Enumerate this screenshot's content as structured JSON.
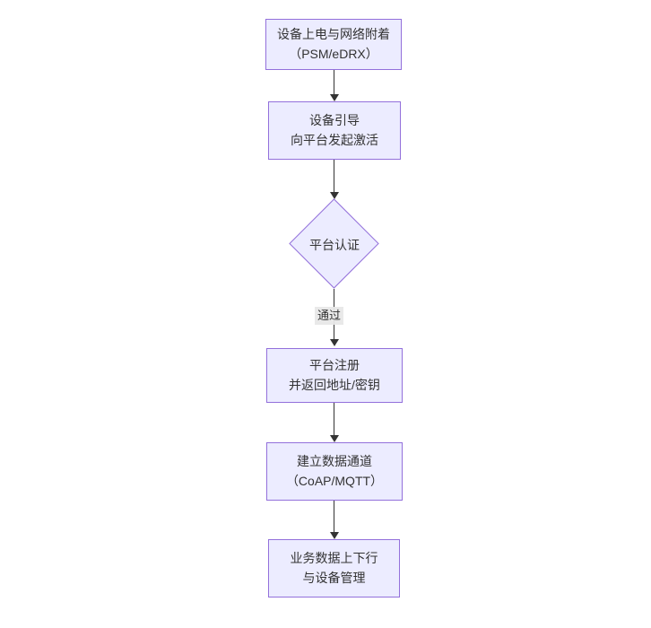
{
  "diagram": {
    "type": "flowchart",
    "direction": "top-down",
    "nodes": [
      {
        "id": "power-attach",
        "shape": "rect",
        "line1": "设备上电与网络附着",
        "line2": "（PSM/eDRX）"
      },
      {
        "id": "bootstrap",
        "shape": "rect",
        "line1": "设备引导",
        "line2": "向平台发起激活"
      },
      {
        "id": "platform-auth",
        "shape": "diamond",
        "line1": "平台认证"
      },
      {
        "id": "register",
        "shape": "rect",
        "line1": "平台注册",
        "line2": "并返回地址/密钥"
      },
      {
        "id": "data-channel",
        "shape": "rect",
        "line1": "建立数据通道",
        "line2": "（CoAP/MQTT）"
      },
      {
        "id": "business",
        "shape": "rect",
        "line1": "业务数据上下行",
        "line2": "与设备管理"
      }
    ],
    "edges": [
      {
        "from": "power-attach",
        "to": "bootstrap"
      },
      {
        "from": "bootstrap",
        "to": "platform-auth"
      },
      {
        "from": "platform-auth",
        "to": "register",
        "label": "通过"
      },
      {
        "from": "register",
        "to": "data-channel"
      },
      {
        "from": "data-channel",
        "to": "business"
      }
    ],
    "colors": {
      "node_fill": "#ECECFF",
      "node_border": "#9370DB",
      "edge": "#333333",
      "text": "#333333",
      "edge_label_bg": "#E8E8E8",
      "background": "#FFFFFF"
    }
  }
}
